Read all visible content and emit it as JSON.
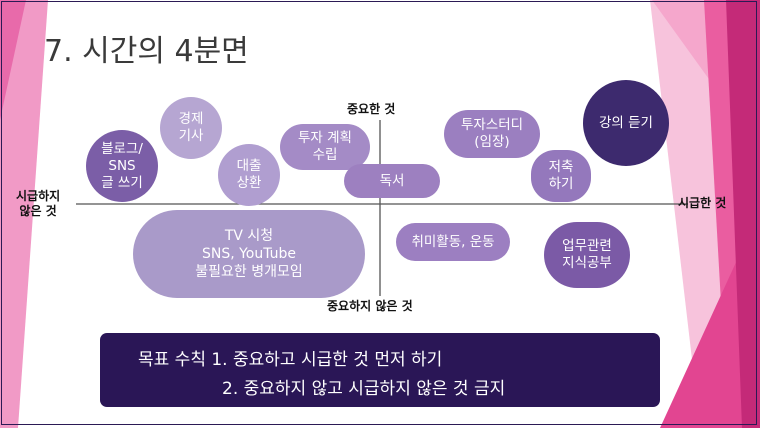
{
  "slide": {
    "title": "7. 시간의 4분면",
    "title_dot": ".",
    "accent_color": "#f6a23a",
    "axis": {
      "top": "중요한 것",
      "bottom": "중요하지 않은 것",
      "left": "시급하지\n않은 것",
      "right": "시급한 것"
    },
    "items": [
      {
        "id": "blog",
        "label": "블로그/\nSNS\n글 쓰기",
        "color": "#7b5ea7"
      },
      {
        "id": "economy",
        "label": "경제\n기사",
        "color": "#b6a6d2"
      },
      {
        "id": "loan",
        "label": "대출\n상환",
        "color": "#b09ed0"
      },
      {
        "id": "invest-plan",
        "label": "투자 계획\n수립",
        "color": "#a48bc6"
      },
      {
        "id": "reading",
        "label": "독서",
        "color": "#9d80c0"
      },
      {
        "id": "study-group",
        "label": "투자스터디\n(임장)",
        "color": "#9b7fc0"
      },
      {
        "id": "lecture",
        "label": "강의 듣기",
        "color": "#3d2a6e"
      },
      {
        "id": "saving",
        "label": "저축\n하기",
        "color": "#9478bc"
      },
      {
        "id": "tv",
        "label": "TV 시청\nSNS, YouTube\n불필요한 병개모임",
        "color": "#a99ac9"
      },
      {
        "id": "hobby",
        "label": "취미활동, 운동",
        "color": "#9c7fc1"
      },
      {
        "id": "work-study",
        "label": "업무관련\n지식공부",
        "color": "#7b5aa6"
      }
    ],
    "goal": {
      "line1": "목표 수칙 1. 중요하고 시급한 것 먼저 하기",
      "line2": "2. 중요하지 않고 시급하지 않은 것 금지"
    }
  }
}
